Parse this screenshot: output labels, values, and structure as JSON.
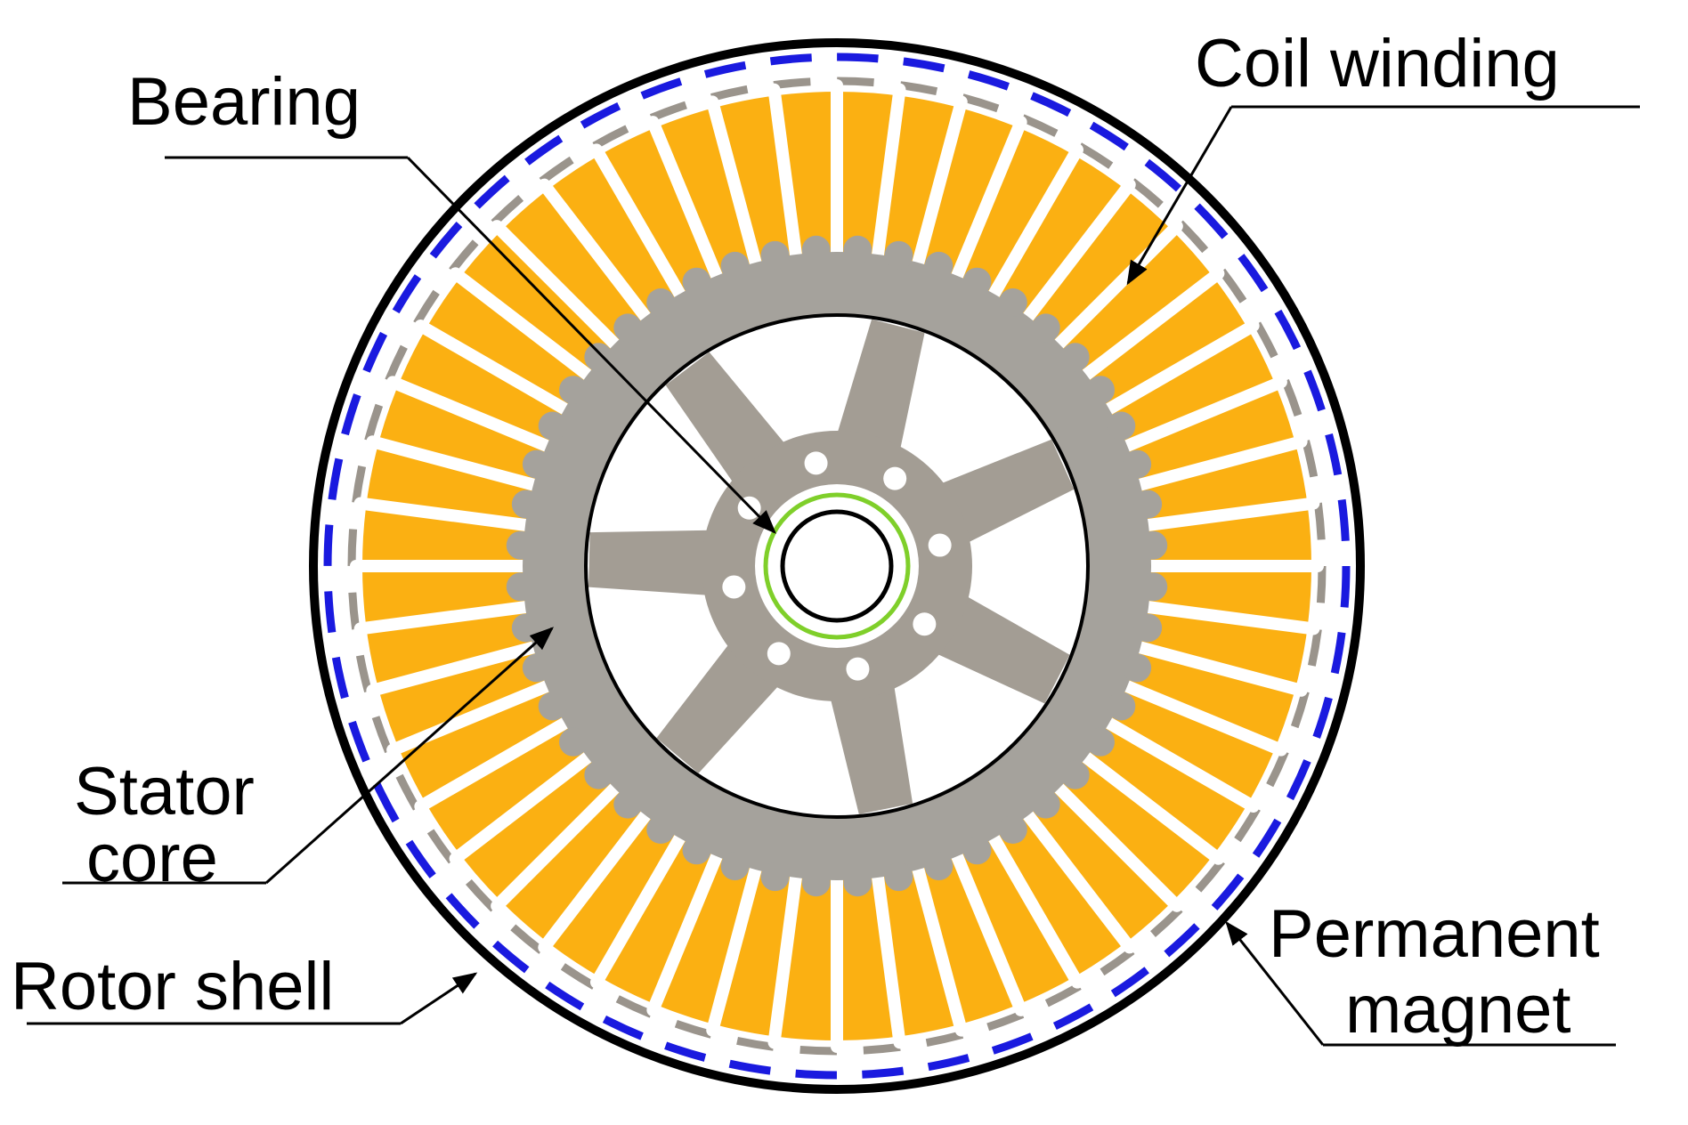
{
  "diagram": {
    "labels": {
      "bearing": "Bearing",
      "coil_winding": "Coil winding",
      "stator_line1": "Stator",
      "stator_line2": "core",
      "rotor_shell": "Rotor shell",
      "magnet_line1": "Permanent",
      "magnet_line2": "magnet"
    },
    "colors": {
      "rotor_shell": "#000000",
      "permanent_magnet": "#1a1adf",
      "magnet_backing": "#9a948c",
      "coil_winding": "#fbb012",
      "stator_core": "#a5a29c",
      "hub": "#a39d94",
      "bearing_ring": "#7fcf2a",
      "background": "#ffffff"
    },
    "counts": {
      "stator_slots": 48,
      "magnet_poles": 48,
      "hub_spokes": 7,
      "hub_bolt_holes": 8
    }
  }
}
